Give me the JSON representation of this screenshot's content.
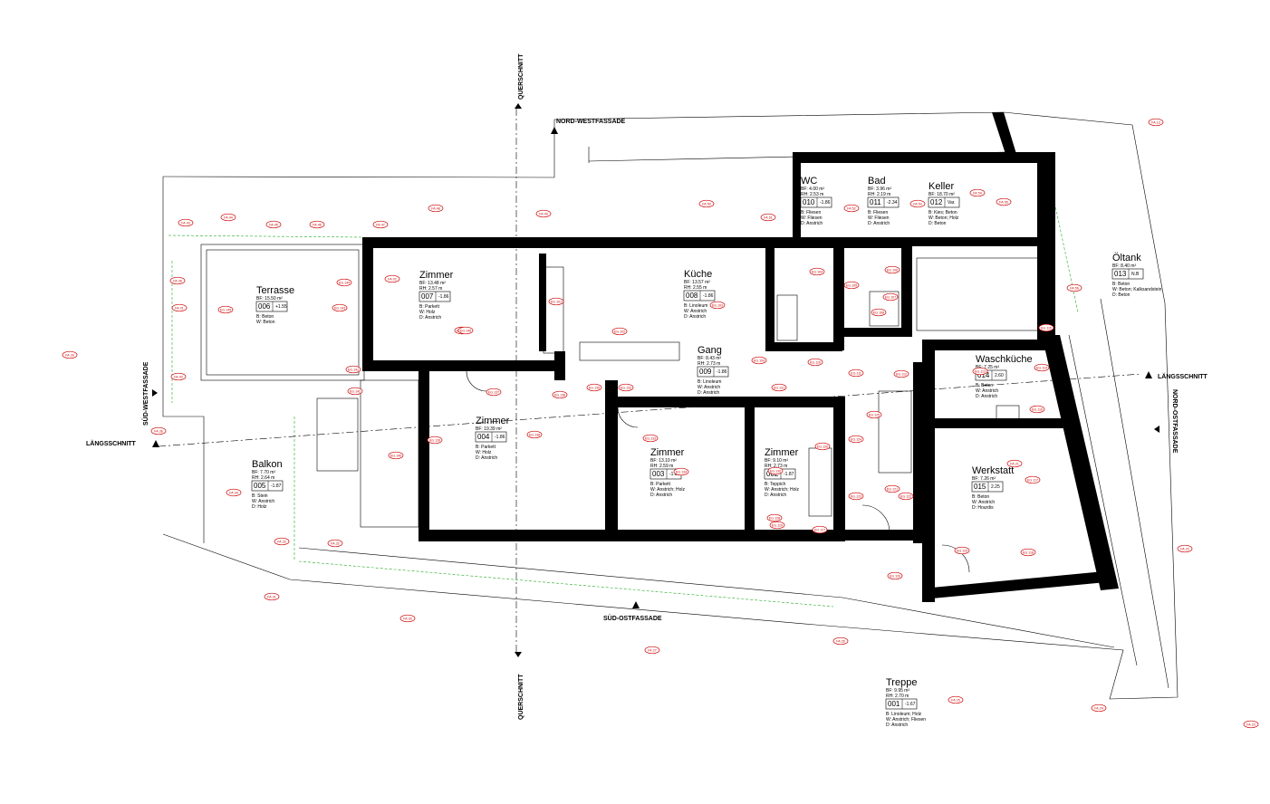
{
  "rooms": [
    {
      "id": "terrasse",
      "name": "Terrasse",
      "num": "006",
      "lvl": "+1.55",
      "lines": [
        "BF:  15.50 m²",
        "B: Beton",
        "W: Beton"
      ]
    },
    {
      "id": "zimmer007",
      "name": "Zimmer",
      "num": "007",
      "lvl": "-1.86",
      "lines": [
        "BF:  13.48 m²",
        "RH:  2.57 m",
        "B: Parkett",
        "W: Holz",
        "D: Anstrich"
      ]
    },
    {
      "id": "kueche",
      "name": "Küche",
      "num": "008",
      "lvl": "-1.86",
      "lines": [
        "BF:  13.57 m²",
        "RH:  2.55 m",
        "B: Linoleum",
        "W: Anstrich",
        "D: Anstrich"
      ]
    },
    {
      "id": "wc",
      "name": "WC",
      "num": "010",
      "lvl": "-1.86",
      "lines": [
        "BF:  4.00 m²",
        "RH:  2.53 m",
        "B: Fliesen",
        "W: Fliesen",
        "D: Anstrich"
      ]
    },
    {
      "id": "bad",
      "name": "Bad",
      "num": "011",
      "lvl": "-2.34",
      "lines": [
        "BF:  3.96 m²",
        "RH:  2.19 m",
        "B: Fliesen",
        "W: Fliesen",
        "D: Anstrich"
      ]
    },
    {
      "id": "keller",
      "name": "Keller",
      "num": "012",
      "lvl": "Var.",
      "lines": [
        "BF:  18.70 m²",
        "B: Kies; Beton",
        "W: Beton; Holz",
        "D: Beton"
      ]
    },
    {
      "id": "oeltank",
      "name": "Öltank",
      "num": "013",
      "lvl": "N.B",
      "lines": [
        "BF:  8.40 m²",
        "B: Beton",
        "W: Beton; Kalksandstein",
        "D: Beton"
      ]
    },
    {
      "id": "gang",
      "name": "Gang",
      "num": "009",
      "lvl": "-1.86",
      "lines": [
        "BF:  8.43 m²",
        "RH:  2.73 m",
        "B: Linoleum",
        "W: Anstrich",
        "D: Anstrich"
      ]
    },
    {
      "id": "waschkueche",
      "name": "Waschküche",
      "num": "014",
      "lvl": "2.60",
      "lines": [
        "BF:  7.25 m²",
        "B: Beton",
        "W: Anstrich",
        "D: Anstrich"
      ]
    },
    {
      "id": "zimmer004",
      "name": "Zimmer",
      "num": "004",
      "lvl": "-1.86",
      "lines": [
        "BF:  19.39 m²",
        "B: Parkett",
        "W: Holz",
        "D: Anstrich"
      ]
    },
    {
      "id": "zimmer003",
      "name": "Zimmer",
      "num": "003",
      "lvl": "-1.86",
      "lines": [
        "BF:  13.10 m²",
        "RH:  2.59 m",
        "B: Parkett",
        "W: Anstrich; Holz",
        "D: Anstrich"
      ]
    },
    {
      "id": "zimmer002",
      "name": "Zimmer",
      "num": "002",
      "lvl": "-1.87",
      "lines": [
        "BF:  9.10 m²",
        "RH:  2.73 m",
        "B: Teppich",
        "W: Anstrich; Holz",
        "D: Anstrich"
      ]
    },
    {
      "id": "werkstatt",
      "name": "Werkstatt",
      "num": "015",
      "lvl": "2.25",
      "lines": [
        "BF:  7.26 m²",
        "B: Beton",
        "W: Anstrich",
        "D: Hourdis"
      ]
    },
    {
      "id": "balkon",
      "name": "Balkon",
      "num": "005",
      "lvl": "-1.87",
      "lines": [
        "BF:  7.70 m²",
        "RH:  2.64 m",
        "B: Stein",
        "W: Anstrich",
        "D: Holz"
      ]
    },
    {
      "id": "treppe",
      "name": "Treppe",
      "num": "001",
      "lvl": "-1.67",
      "lines": [
        "BF:  9.95 m²",
        "RH:  2.70 m",
        "B: Linoleum; Holz",
        "W: Anstrich; Fliesen",
        "D: Anstrich"
      ]
    }
  ],
  "sections": {
    "nordwest": "NORD-WESTFASSADE",
    "suedost": "SÜD-OSTFASSADE",
    "suedwest": "SÜD-WESTFASSADE",
    "nordost": "NORD-OSTFASSADE",
    "laengs_left": "LÄNGSSCHNITT",
    "laengs_right": "LÄNGSSCHNITT",
    "quer_top": "QUERSCHNITT",
    "quer_bottom": "QUERSCHNITT"
  },
  "tags": [
    "FA.13",
    "FA.43",
    "FA.44",
    "FA.45",
    "FA.46",
    "FA.47",
    "FA.48",
    "FA.49",
    "FA.50",
    "FA.51",
    "FA.52",
    "FA.53",
    "FA.54",
    "FA.55",
    "FA.56",
    "FA.39",
    "FA.38",
    "FA.42",
    "FA.36",
    "FA.34",
    "FA.33",
    "FA.32",
    "FA.31",
    "FA.30",
    "FA.27",
    "FA.26",
    "FA.25",
    "FA.24",
    "FA.23",
    "FA.22",
    "FA.21",
    "FA.01",
    "FA.02",
    "EG.100",
    "EG.101",
    "EG.102",
    "EG.103",
    "EG.104",
    "EG.105",
    "EG.106",
    "EG.107",
    "EG.108",
    "EG.109",
    "EG.110",
    "EG.111",
    "EG.112",
    "EG.113",
    "EG.114",
    "EG.115",
    "EG.116",
    "EG.117",
    "EG.118",
    "EG.119",
    "EG.120",
    "EG.121",
    "EG.122",
    "EG.123",
    "EG.124",
    "EG.125",
    "EG.126",
    "EG.127",
    "EG.128",
    "EG.129",
    "EG.130",
    "EG.131",
    "EG.132",
    "EG.133",
    "EG.134",
    "EG.135",
    "EG.136",
    "EG.137",
    "EG.138",
    "EG.139",
    "EG.140",
    "EG.141",
    "EG.142",
    "EG.143",
    "EG.144",
    "EG.145",
    "EG.146",
    "EG.147",
    "EG.148",
    "EG.149",
    "EG.150",
    "EG.151",
    "EG.152",
    "EG.153",
    "EG.154",
    "EG.155",
    "EG.156",
    "EG.157",
    "EG.158",
    "EG.159",
    "EG.160",
    "EG.161",
    "EG.162",
    "EG.163",
    "EG.164",
    "EG.165",
    "EG.166",
    "EG.167",
    "EG.168",
    "EG.169",
    "EG.170",
    "EG.171",
    "EG.172",
    "EG.173"
  ],
  "colors": {
    "wall": "#000000",
    "tag": "#cc0000",
    "level": "#1a9a1a",
    "survey": "#e07000"
  }
}
